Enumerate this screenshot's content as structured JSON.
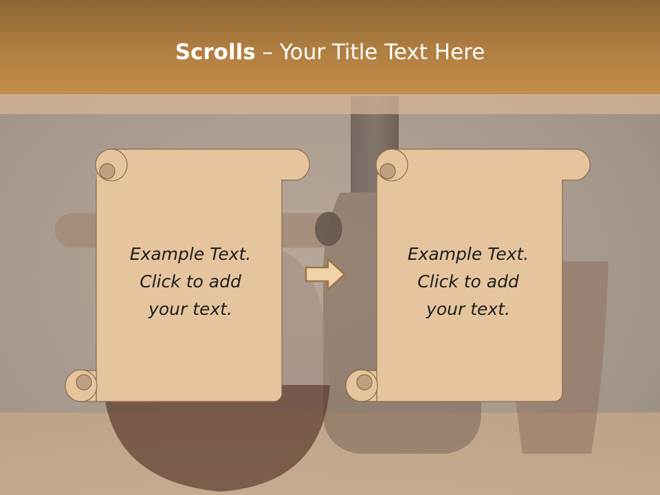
{
  "title": {
    "bold": "Scrolls",
    "separator": " – ",
    "rest": "Your Title Text Here"
  },
  "scrolls": [
    {
      "text": "Example  Text.\nClick  to add\nyour text."
    },
    {
      "text": "Example  Text.\nClick  to add\nyour text."
    }
  ],
  "icons": {
    "arrow": "right-arrow-icon"
  },
  "colors": {
    "title_bar": "#b17f42",
    "scroll_fill": "#e6c59e",
    "scroll_outline": "#8a6a48",
    "scroll_curl": "#c0a080",
    "arrow_fill": "#f1d3a8",
    "arrow_outline": "#a07248"
  }
}
